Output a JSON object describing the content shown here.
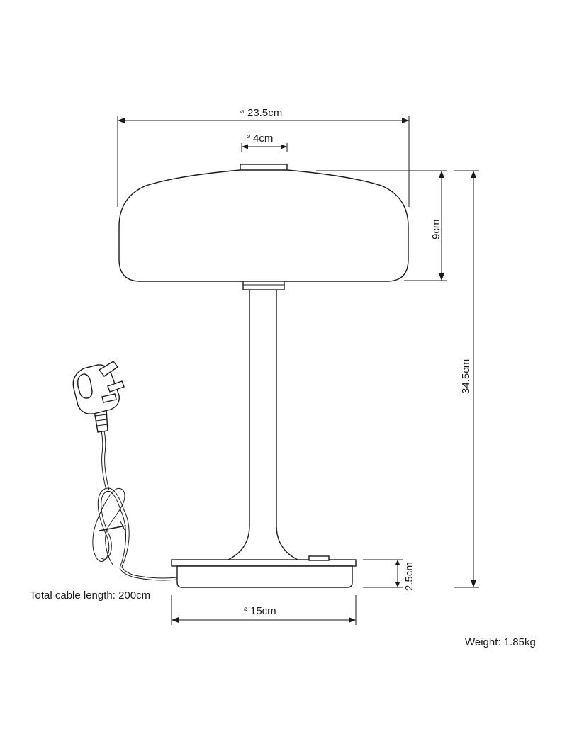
{
  "dimensions": {
    "shade_diameter": "23.5cm",
    "top_cap_diameter": "4cm",
    "shade_height": "9cm",
    "total_height": "34.5cm",
    "base_height": "2.5cm",
    "base_diameter": "15cm"
  },
  "diameter_symbol": "⌀",
  "notes": {
    "cable_length": "Total cable length: 200cm",
    "weight": "Weight: 1.85kg"
  },
  "colors": {
    "line": "#1a1a1a",
    "background": "#ffffff"
  }
}
